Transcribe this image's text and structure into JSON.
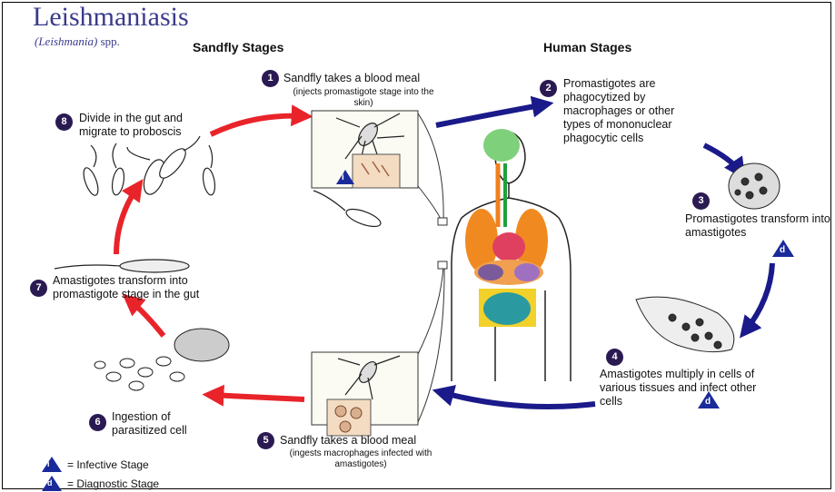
{
  "title": "Leishmaniasis",
  "subtitle_italic": "(Leishmania)",
  "subtitle_rest": " spp.",
  "headers": {
    "sandfly": "Sandfly Stages",
    "human": "Human Stages"
  },
  "steps": [
    {
      "num": "1",
      "text": "Sandfly takes a blood meal",
      "sub": "(injects promastigote stage into the skin)"
    },
    {
      "num": "2",
      "text": "Promastigotes are phagocytized by macrophages or other types of mononuclear phagocytic cells"
    },
    {
      "num": "3",
      "text": "Promastigotes transform into amastigotes"
    },
    {
      "num": "4",
      "text": "Amastigotes multiply in cells of various tissues and infect other cells"
    },
    {
      "num": "5",
      "text": "Sandfly takes a blood meal",
      "sub": "(ingests macrophages infected with amastigotes)"
    },
    {
      "num": "6",
      "text": "Ingestion of parasitized cell"
    },
    {
      "num": "7",
      "text": "Amastigotes transform into promastigote stage in the gut"
    },
    {
      "num": "8",
      "text": "Divide in the gut and migrate to proboscis"
    }
  ],
  "legend": [
    {
      "symbol": "i",
      "text": "= Infective Stage"
    },
    {
      "symbol": "d",
      "text": "= Diagnostic Stage"
    }
  ],
  "colors": {
    "red_arrow": "#e8242a",
    "blue_arrow": "#1a1a8a",
    "badge": "#2b1a52",
    "title": "#3a3a8c"
  }
}
